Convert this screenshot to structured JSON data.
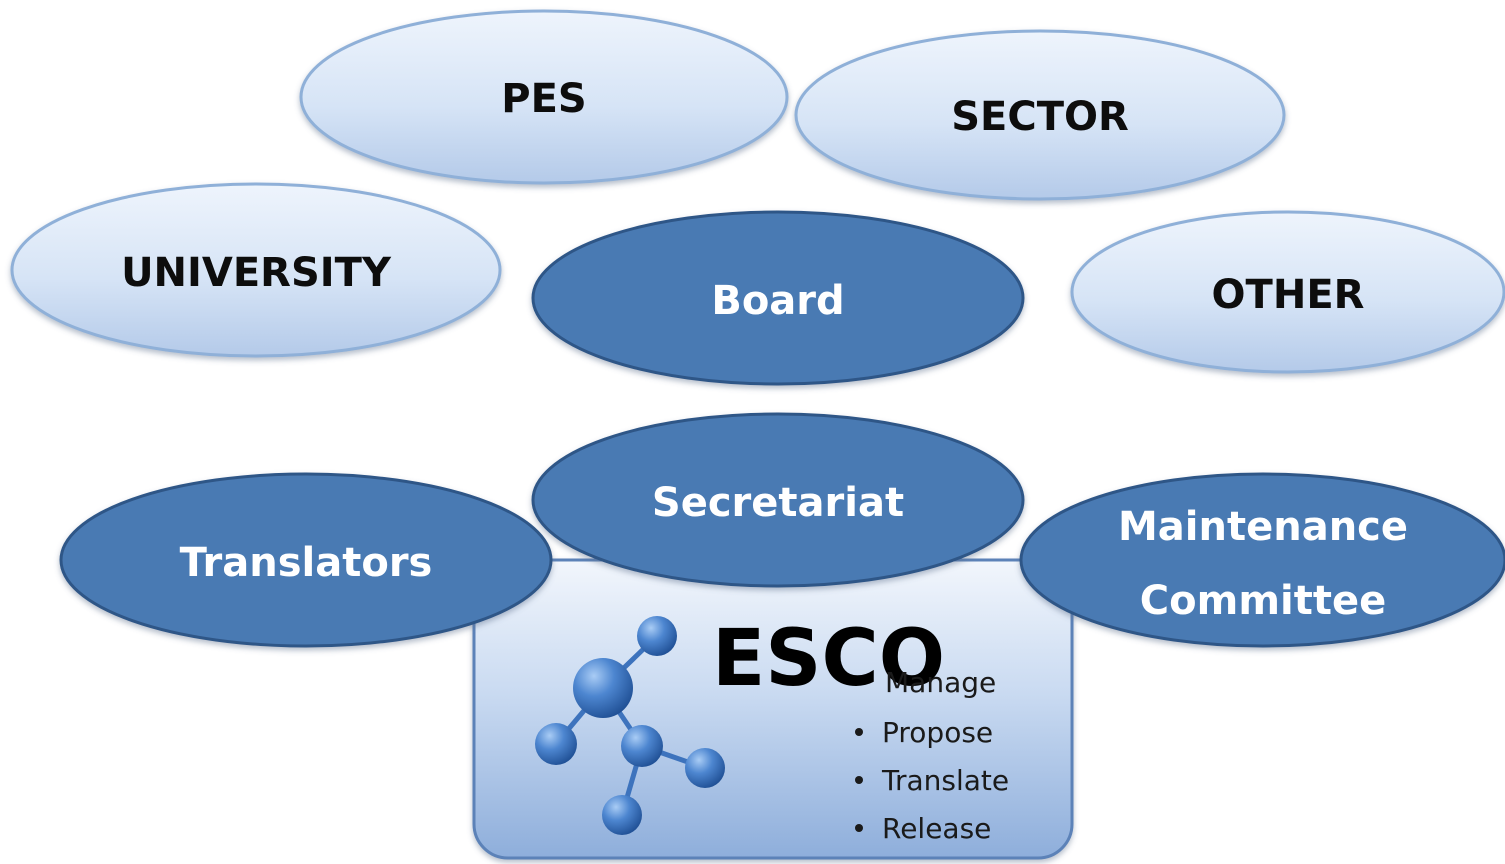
{
  "colors": {
    "light_fill_top": "#eef4fc",
    "light_fill_bottom": "#b9cdea",
    "light_stroke": "#8fb0d8",
    "dark_fill": "#4a7ab3",
    "dark_stroke": "#2f5687",
    "box_fill_top": "#f0f5fc",
    "box_fill_bottom": "#8fb0dd",
    "node_color": "#3f79c8"
  },
  "stakeholders": {
    "pes": "PES",
    "sector": "SECTOR",
    "university": "UNIVERSITY",
    "other": "OTHER"
  },
  "bodies": {
    "board": "Board",
    "secretariat": "Secretariat",
    "translators": "Translators",
    "maintenance_line1": "Maintenance",
    "maintenance_line2": "Committee"
  },
  "esco": {
    "title": "ESCO",
    "subtitle": "Manage",
    "tasks": [
      "Propose",
      "Translate",
      "Release"
    ],
    "icon": "network-molecule-icon"
  }
}
